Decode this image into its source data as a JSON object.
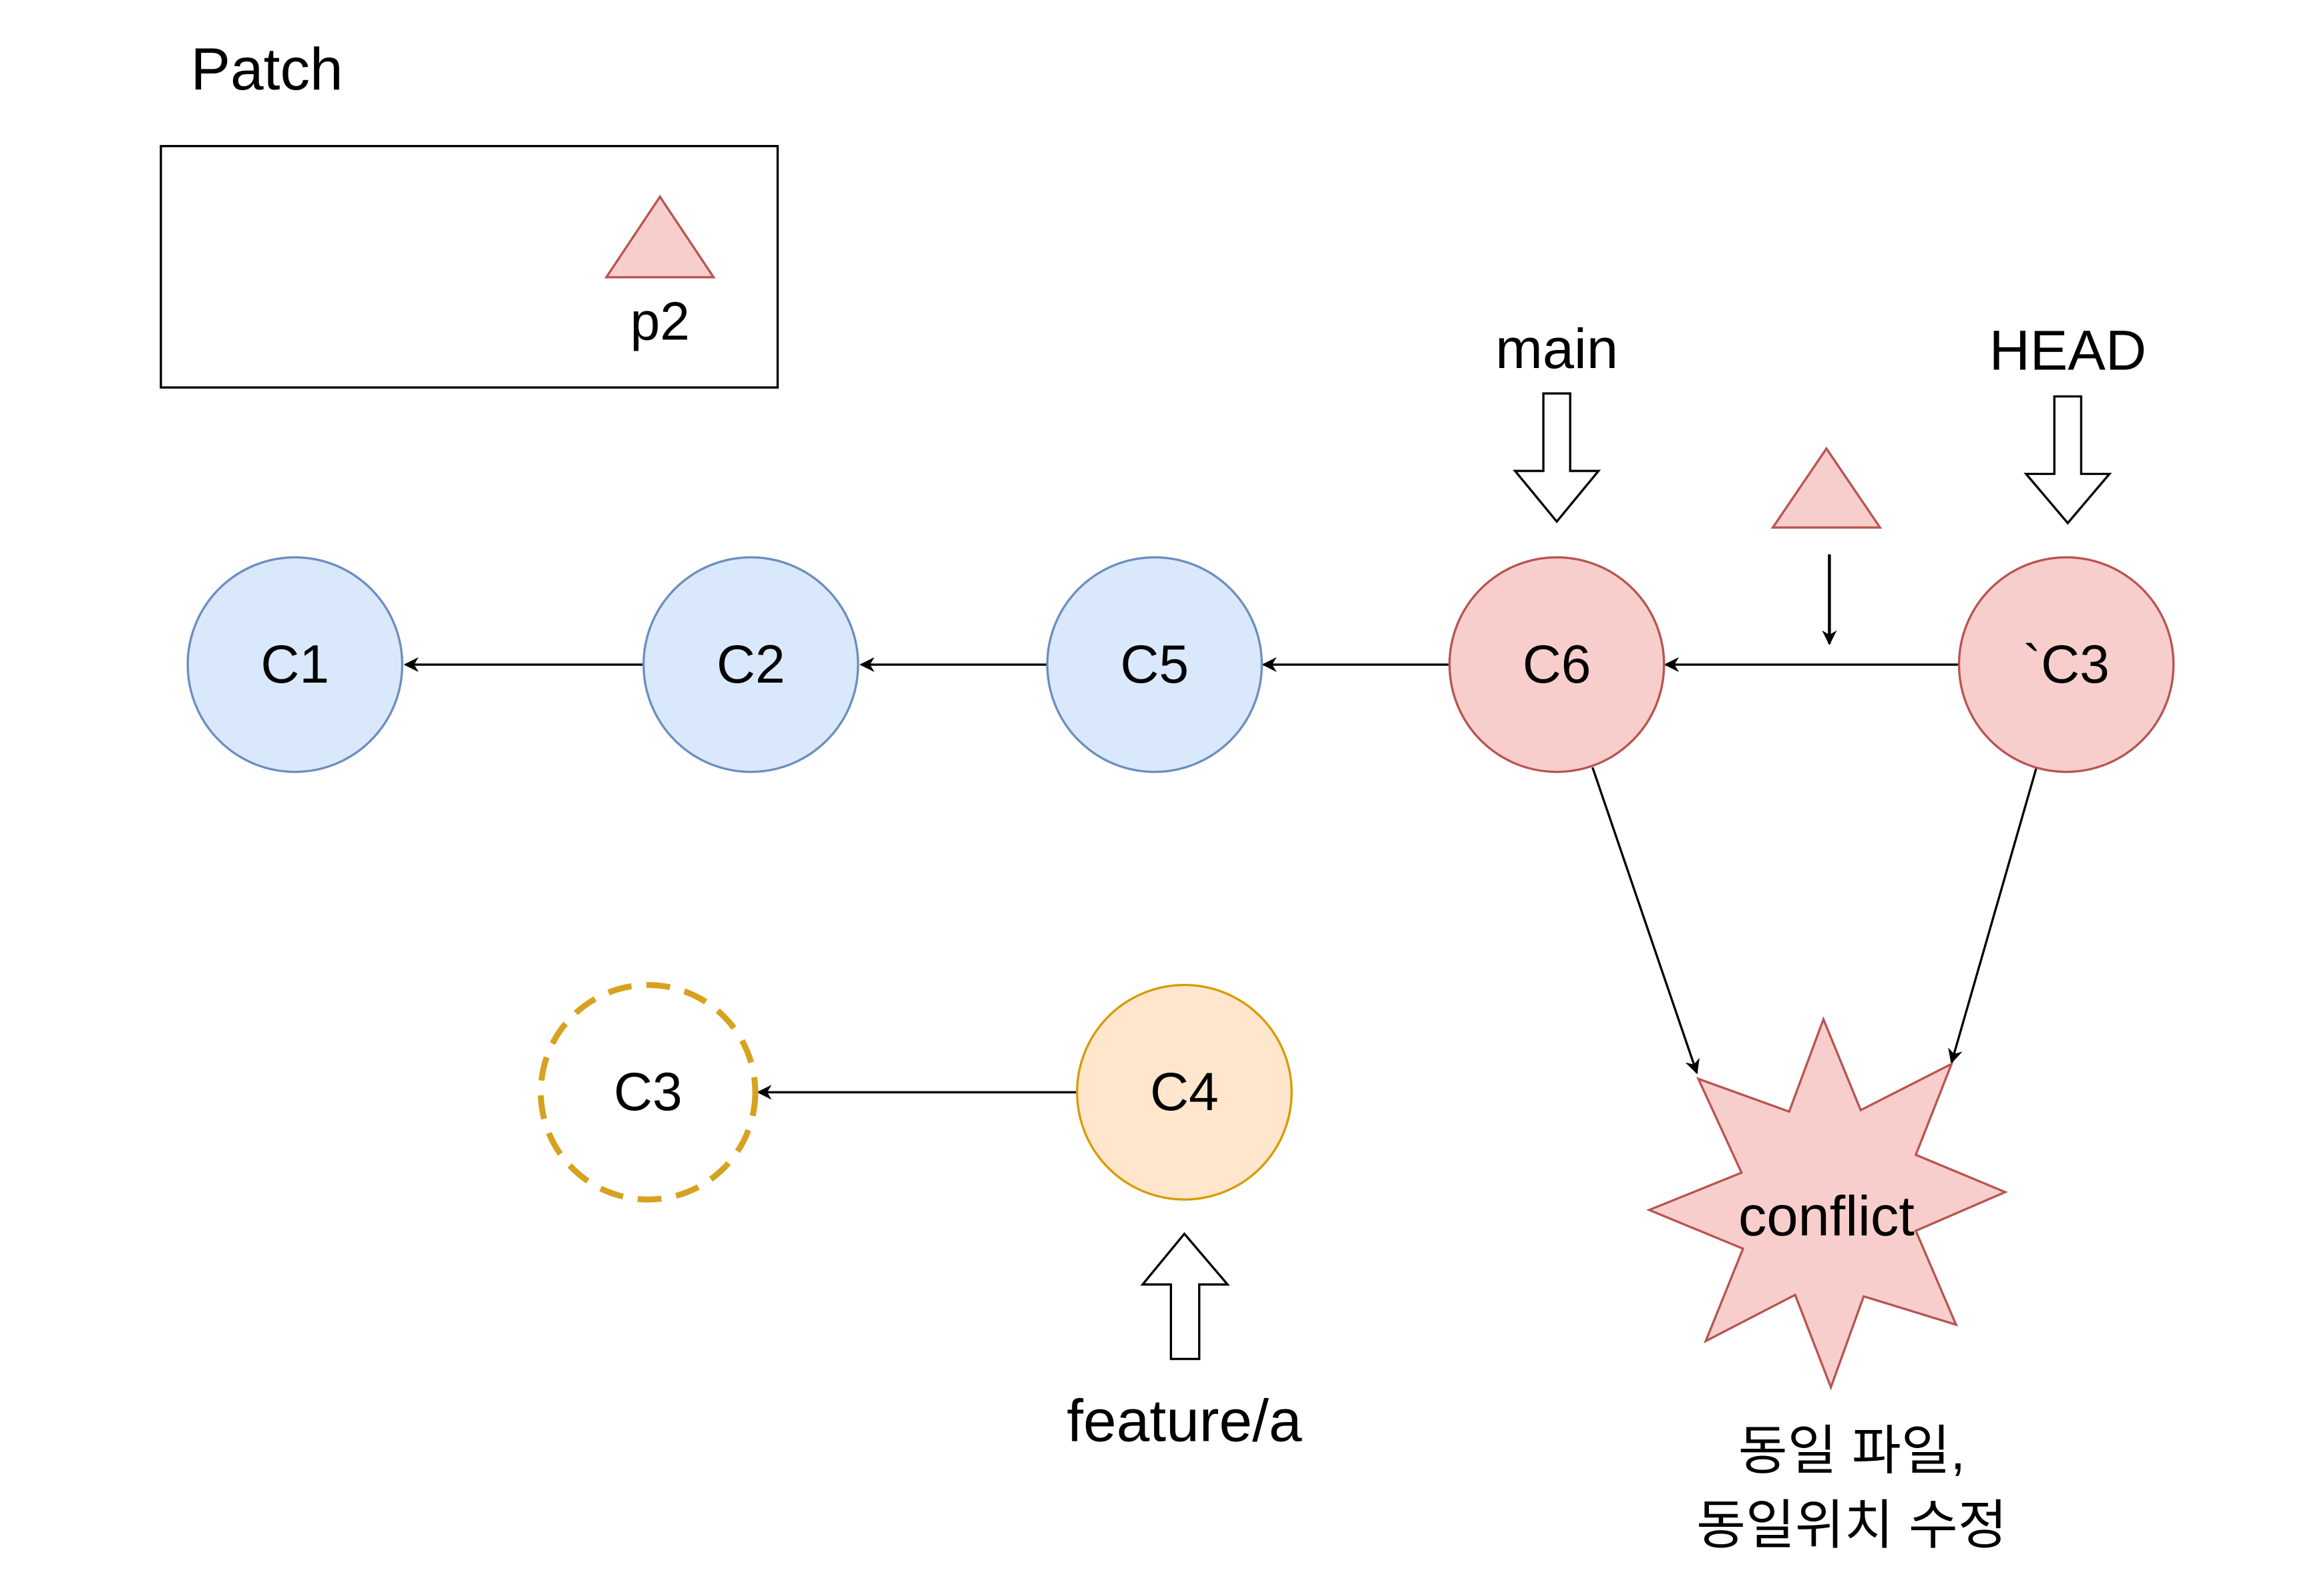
{
  "patch": {
    "title": "Patch",
    "item_label": "p2"
  },
  "commits": {
    "c1": "C1",
    "c2": "C2",
    "c5": "C5",
    "c6": "C6",
    "c3_prime": "`C3",
    "c3": "C3",
    "c4": "C4"
  },
  "refs": {
    "main": "main",
    "head": "HEAD",
    "feature": "feature/a"
  },
  "conflict": {
    "label": "conflict",
    "note_line1": "동일 파일,",
    "note_line2": "동일위치 수정"
  },
  "colors": {
    "blue_fill": "#dae8fc",
    "blue_stroke": "#6c8ebf",
    "red_fill": "#f8cecc",
    "red_stroke": "#b85450",
    "orange_fill": "#ffe6cc",
    "orange_stroke": "#d79b00",
    "gold_stroke": "#d6a21f"
  }
}
